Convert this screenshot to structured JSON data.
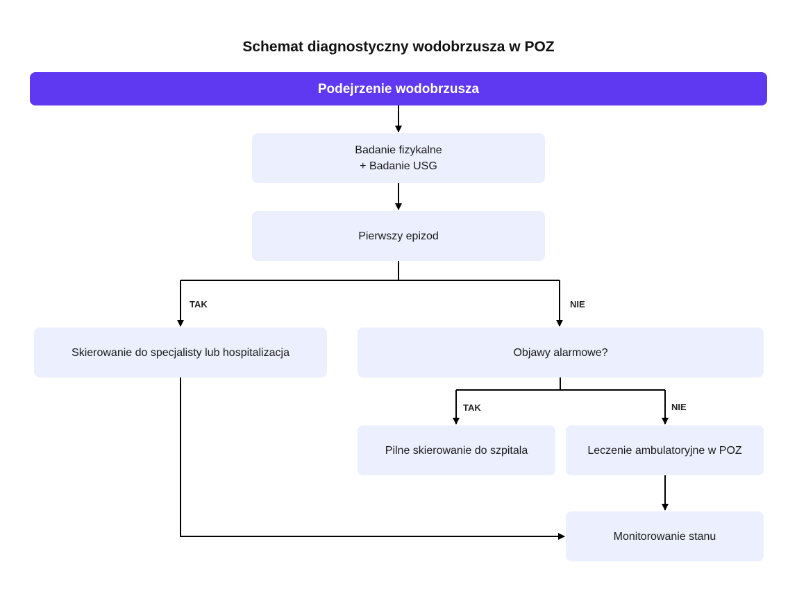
{
  "title": "Schemat diagnostyczny wodobrzusza w POZ",
  "colors": {
    "start_fill": "#5f38f2",
    "start_text": "#ffffff",
    "node_fill": "#eceffd",
    "connector": "#000000"
  },
  "nodes": {
    "start": "Podejrzenie wodobrzusza",
    "exam": "Badanie fizykalne\n+ Badanie USG",
    "first_episode": "Pierwszy epizod",
    "referral": "Skierowanie do specjalisty lub hospitalizacja",
    "alarm_symptoms": "Objawy alarmowe?",
    "urgent_referral": "Pilne skierowanie do szpitala",
    "outpatient": "Leczenie ambulatoryjne w POZ",
    "monitoring": "Monitorowanie stanu"
  },
  "edge_labels": {
    "first_episode_yes": "TAK",
    "first_episode_no": "NIE",
    "alarm_yes": "TAK",
    "alarm_no": "NIE"
  },
  "edges": [
    {
      "from": "start",
      "to": "exam"
    },
    {
      "from": "exam",
      "to": "first_episode"
    },
    {
      "from": "first_episode",
      "to": "referral",
      "label": "TAK"
    },
    {
      "from": "first_episode",
      "to": "alarm_symptoms",
      "label": "NIE"
    },
    {
      "from": "alarm_symptoms",
      "to": "urgent_referral",
      "label": "TAK"
    },
    {
      "from": "alarm_symptoms",
      "to": "outpatient",
      "label": "NIE"
    },
    {
      "from": "outpatient",
      "to": "monitoring"
    },
    {
      "from": "referral",
      "to": "monitoring"
    }
  ]
}
